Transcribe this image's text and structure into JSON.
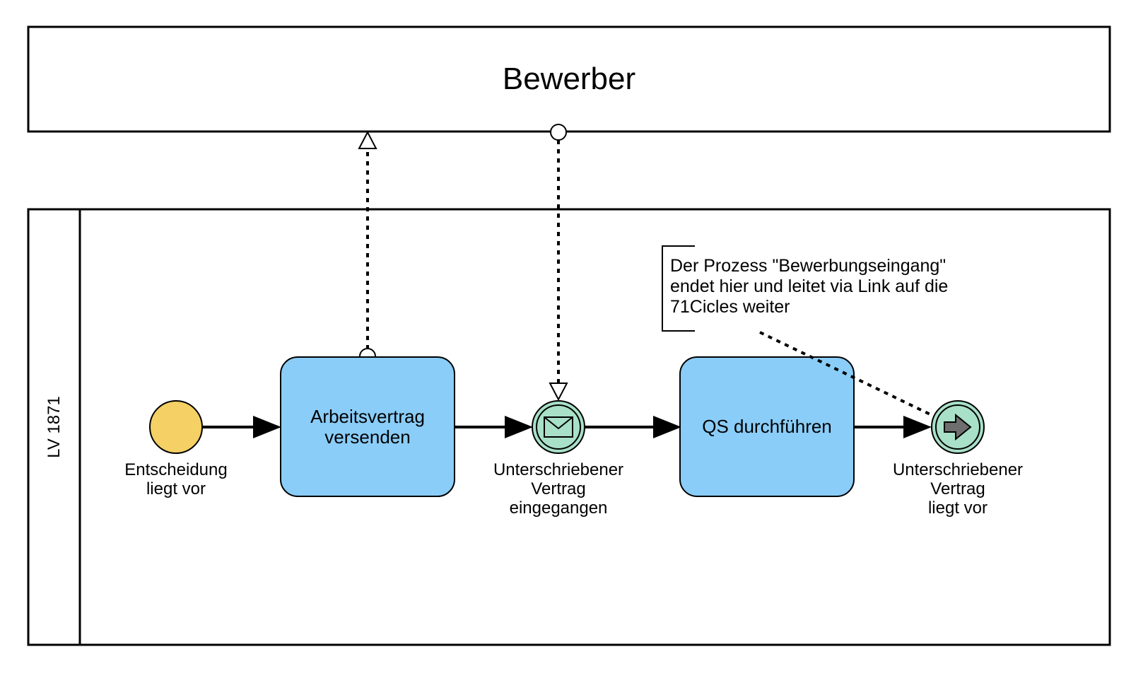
{
  "pool": {
    "title": "Bewerber"
  },
  "lane": {
    "label": "LV 1871"
  },
  "events": {
    "start": {
      "label_lines": [
        "Entscheidung",
        "liegt vor"
      ],
      "color": "#F4D065"
    },
    "message_catch": {
      "label_lines": [
        "Unterschriebener",
        "Vertrag",
        "eingegangen"
      ],
      "color": "#A8E0C8",
      "icon": "envelope-icon"
    },
    "link_throw": {
      "label_lines": [
        "Unterschriebener",
        "Vertrag",
        "liegt vor"
      ],
      "color": "#A8E0C8",
      "icon": "arrow-right-icon"
    }
  },
  "tasks": {
    "send_contract": {
      "label_lines": [
        "Arbeitsvertrag",
        "versenden"
      ],
      "color": "#8ACDF8"
    },
    "qs": {
      "label_lines": [
        "QS durchführen"
      ],
      "color": "#8ACDF8"
    }
  },
  "annotation": {
    "lines": [
      "Der Prozess \"Bewerbungseingang\"",
      "endet hier und leitet via Link auf die",
      "71Cicles weiter"
    ]
  }
}
